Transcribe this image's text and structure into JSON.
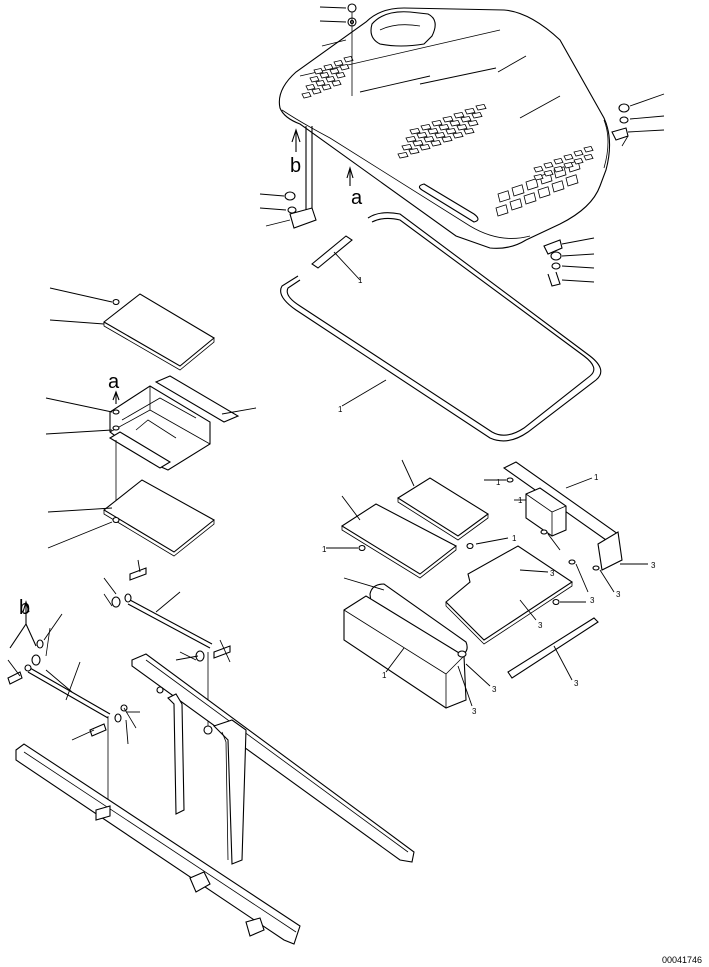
{
  "diagram": {
    "reference_labels": [
      {
        "id": "a-top",
        "text": "a"
      },
      {
        "id": "b-top",
        "text": "b"
      },
      {
        "id": "a-left",
        "text": "a"
      },
      {
        "id": "b-left",
        "text": "b"
      }
    ],
    "callouts": [
      {
        "id": "c1",
        "text": "1"
      },
      {
        "id": "c2",
        "text": "1"
      },
      {
        "id": "c3",
        "text": "1"
      },
      {
        "id": "c4",
        "text": "1"
      },
      {
        "id": "c5",
        "text": "1"
      },
      {
        "id": "c6",
        "text": "1"
      },
      {
        "id": "c7",
        "text": "1"
      },
      {
        "id": "c8",
        "text": "3"
      },
      {
        "id": "c9",
        "text": "3"
      },
      {
        "id": "c10",
        "text": "3"
      },
      {
        "id": "c11",
        "text": "3"
      },
      {
        "id": "c12",
        "text": "3"
      },
      {
        "id": "c13",
        "text": "3"
      },
      {
        "id": "c14",
        "text": "3"
      },
      {
        "id": "c15",
        "text": "1"
      },
      {
        "id": "c16",
        "text": "3"
      }
    ],
    "drawing_code": "00041746"
  }
}
